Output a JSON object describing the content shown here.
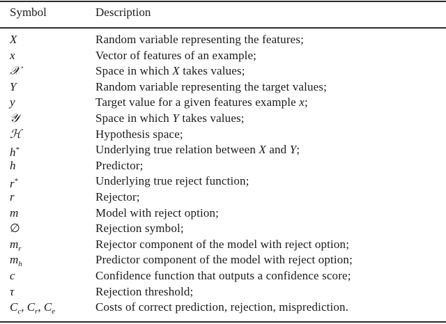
{
  "table": {
    "headers": {
      "symbol": "Symbol",
      "description": "Description"
    },
    "rows": [
      {
        "symbol": "X",
        "description": "Random variable representing the features;"
      },
      {
        "symbol": "x",
        "description": "Vector of features of an example;"
      },
      {
        "symbol": "𝒳",
        "description_pre": "Space in which ",
        "description_math": "X",
        "description_post": " takes values;"
      },
      {
        "symbol": "Y",
        "description": "Random variable representing the target values;"
      },
      {
        "symbol": "y",
        "description_pre": "Target value for a given features example ",
        "description_math": "x",
        "description_post": ";"
      },
      {
        "symbol": "𝒴",
        "description_pre": "Space in which ",
        "description_math": "Y",
        "description_post": " takes values;"
      },
      {
        "symbol": "ℋ",
        "description": "Hypothesis space;"
      },
      {
        "symbol_base": "h",
        "symbol_sup": "*",
        "description_pre": "Underlying true relation between ",
        "description_math": "X",
        "description_mid": " and ",
        "description_math2": "Y",
        "description_post": ";"
      },
      {
        "symbol": "h",
        "description": "Predictor;"
      },
      {
        "symbol_base": "r",
        "symbol_sup": "*",
        "description": "Underlying true reject function;"
      },
      {
        "symbol": "r",
        "description": "Rejector;"
      },
      {
        "symbol": "m",
        "description": "Model with reject option;"
      },
      {
        "symbol": "∅",
        "description": "Rejection symbol;"
      },
      {
        "symbol_base": "m",
        "symbol_sub": "r",
        "description": "Rejector component of the model with reject option;"
      },
      {
        "symbol_base": "m",
        "symbol_sub": "h",
        "description": "Predictor component of the model with reject option;"
      },
      {
        "symbol": "c",
        "description": "Confidence function that outputs a confidence score;"
      },
      {
        "symbol": "τ",
        "description": "Rejection threshold;"
      },
      {
        "symbol_parts": [
          {
            "base": "C",
            "sub": "c"
          },
          {
            "base": "C",
            "sub": "r"
          },
          {
            "base": "C",
            "sub": "e"
          }
        ],
        "symbol_sep": ", ",
        "description": "Costs of correct prediction, rejection, misprediction."
      }
    ]
  }
}
